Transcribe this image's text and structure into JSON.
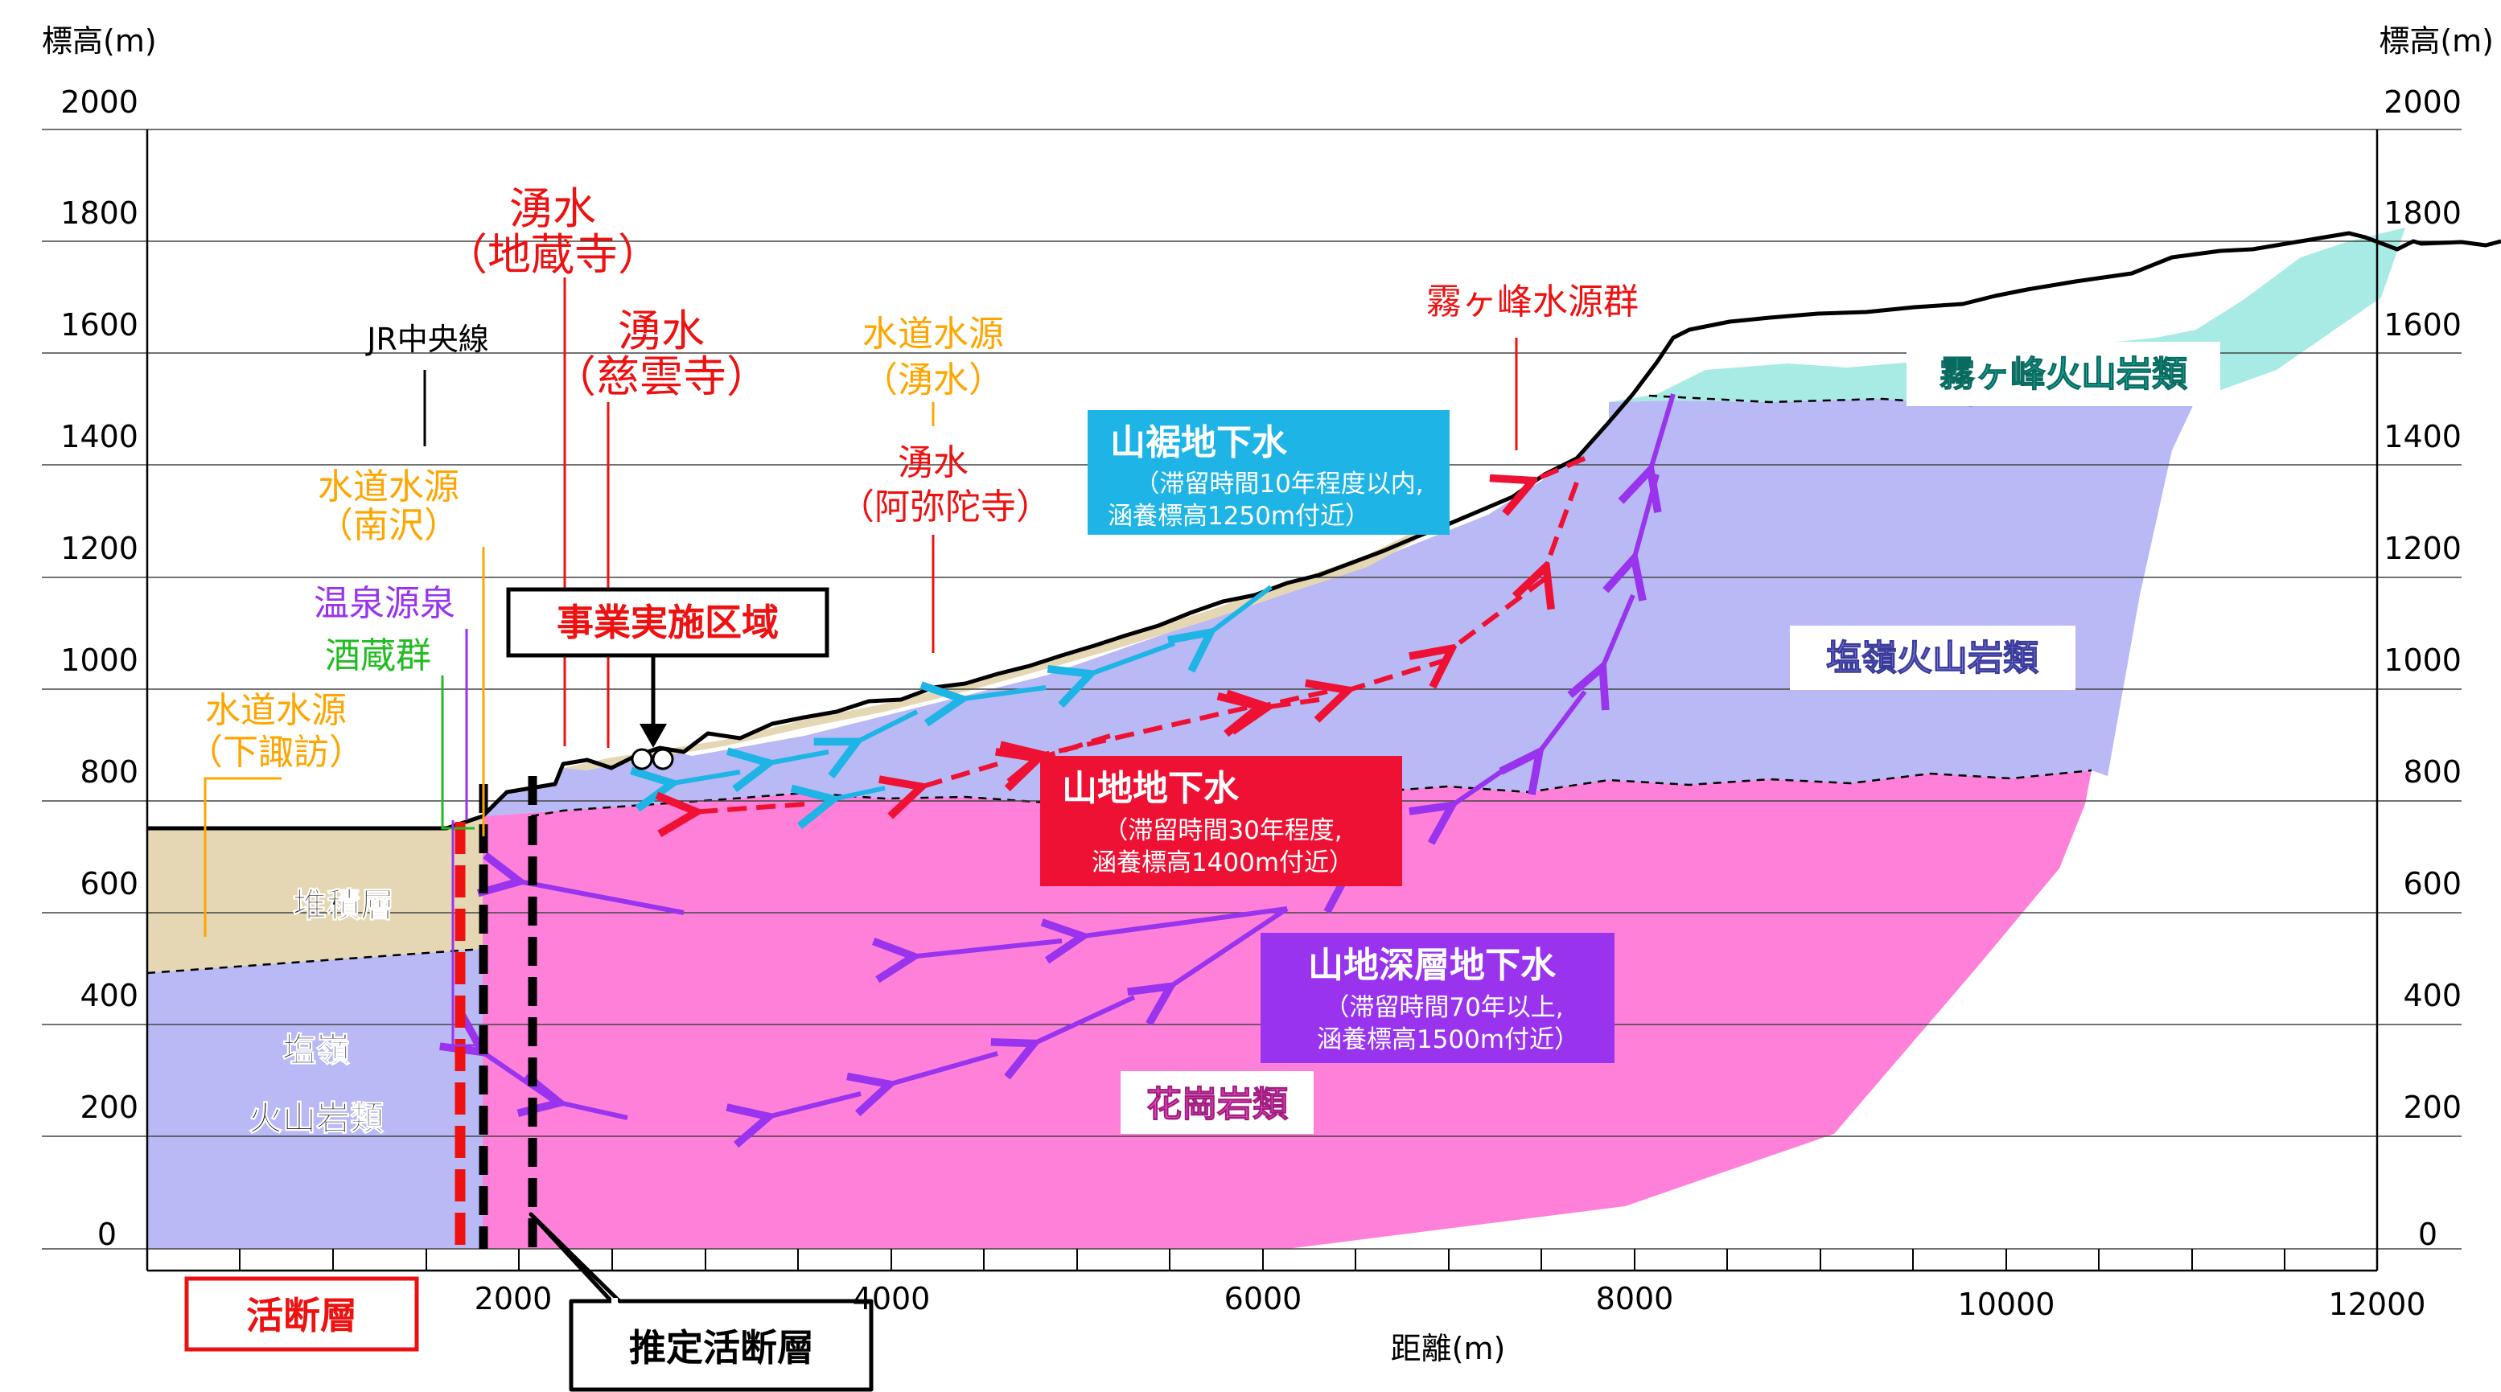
{
  "axes": {
    "left_title": "標高(m)",
    "right_title": "標高(m)",
    "x_title": "距離(m)",
    "y_ticks": [
      "0",
      "200",
      "400",
      "600",
      "800",
      "1000",
      "1200",
      "1400",
      "1600",
      "1800",
      "2000"
    ],
    "x_ticks": [
      "2000",
      "4000",
      "6000",
      "8000",
      "10000",
      "12000"
    ]
  },
  "layers": {
    "sediment": "堆積層",
    "shiojiri_left_1": "塩嶺",
    "shiojiri_left_2": "火山岩類",
    "kirigamine": "霧ヶ峰火山岩類",
    "shiojiri": "塩嶺火山岩類",
    "granite": "花崗岩類"
  },
  "groundwater": {
    "foot_title": "山裾地下水",
    "foot_note_1": "（滞留時間10年程度以内,",
    "foot_note_2": "涵養標高1250m付近）",
    "mountain_title": "山地地下水",
    "mountain_note_1": "（滞留時間30年程度,",
    "mountain_note_2": "涵養標高1400m付近）",
    "deep_title": "山地深層地下水",
    "deep_note_1": "（滞留時間70年以上,",
    "deep_note_2": "涵養標高1500m付近）"
  },
  "labels": {
    "jr_line": "JR中央線",
    "water_source_minamisawa_1": "水道水源",
    "water_source_minamisawa_2": "（南沢）",
    "hot_spring": "温泉源泉",
    "sake_breweries": "酒蔵群",
    "water_source_shimosuwa_1": "水道水源",
    "water_source_shimosuwa_2": "（下諏訪）",
    "spring_jizoji_1": "湧水",
    "spring_jizoji_2": "（地蔵寺）",
    "spring_jiunji_1": "湧水",
    "spring_jiunji_2": "（慈雲寺）",
    "water_source_spring_1": "水道水源",
    "water_source_spring_2": "（湧水）",
    "spring_amidaji_1": "湧水",
    "spring_amidaji_2": "（阿弥陀寺）",
    "kirigamine_sources": "霧ヶ峰水源群",
    "project_area": "事業実施区域",
    "active_fault": "活断層",
    "estimated_fault": "推定活断層"
  },
  "colors": {
    "granite": "#ff80d8",
    "shiojiri": "#b9b9f5",
    "kirigamine": "#a8ebe4",
    "sediment": "#e6d7b4",
    "foot_water": "#1eb4e6",
    "mountain_water": "#ee1133",
    "deep_water": "#9933ee",
    "water_source_text": "#ffa500",
    "hot_spring_text": "#9933ee",
    "sake_text": "#22bb22",
    "spring_text": "#ee1111"
  }
}
